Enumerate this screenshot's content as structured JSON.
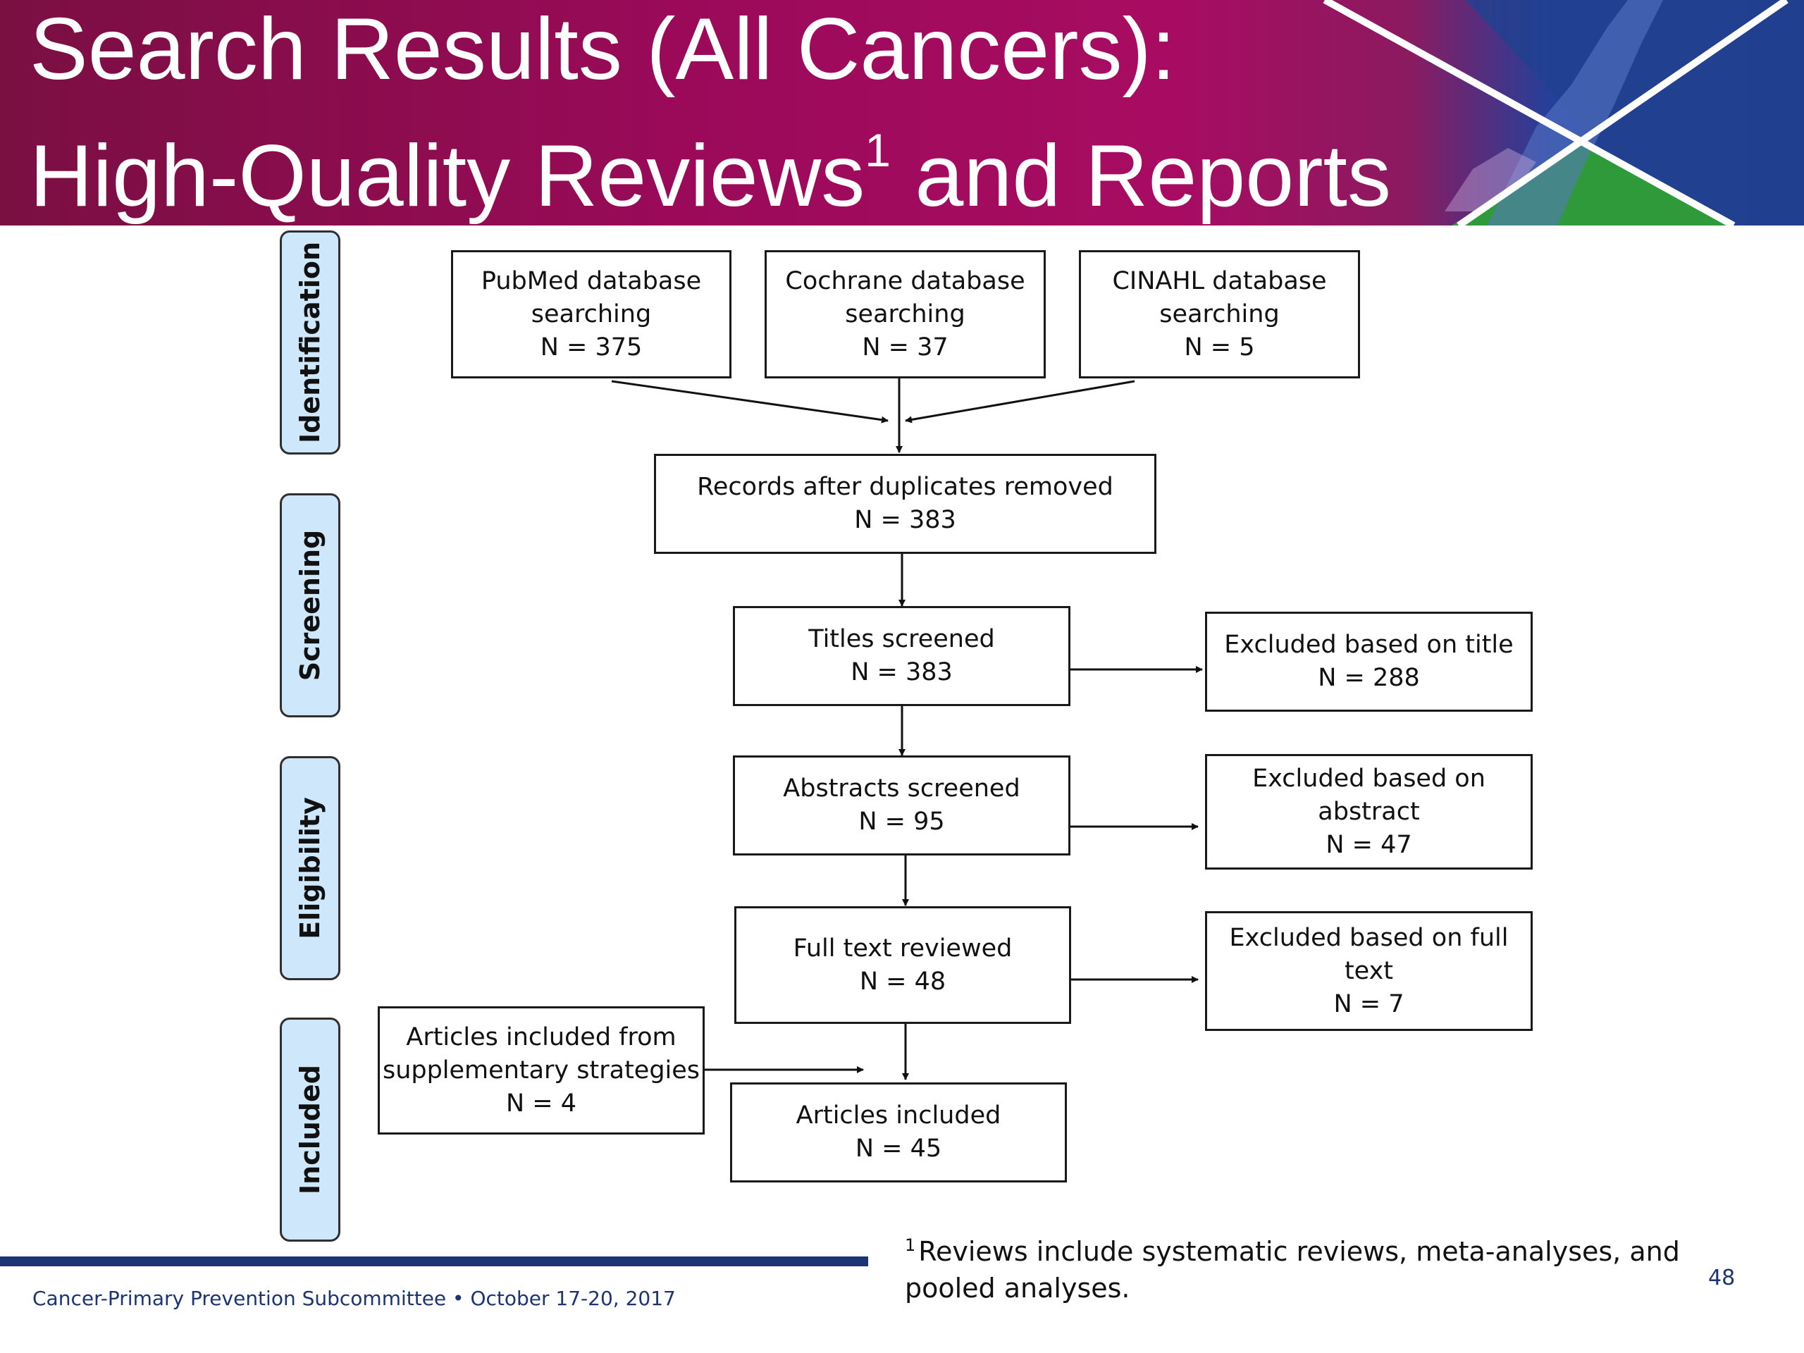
{
  "colors": {
    "banner_magenta": "#9c0a5a",
    "banner_blue": "#1c3a8c",
    "banner_green": "#2e9a3a",
    "stage_fill": "#cfe7fa",
    "footer_navy": "#1c3473"
  },
  "header": {
    "title_line1": "Search Results (All Cancers):",
    "title_line2_main": "High-Quality Reviews",
    "title_line2_sup": "1",
    "title_line2_tail": " and Reports"
  },
  "stages": {
    "identification": "Identification",
    "screening": "Screening",
    "eligibility": "Eligibility",
    "included": "Included"
  },
  "flow": {
    "pubmed": {
      "line1": "PubMed database",
      "line2": "searching",
      "count": "N = 375"
    },
    "cochrane": {
      "line1": "Cochrane database",
      "line2": "searching",
      "count": "N = 37"
    },
    "cinahl": {
      "line1": "CINAHL database",
      "line2": "searching",
      "count": "N = 5"
    },
    "records": {
      "line1": "Records after duplicates removed",
      "count": "N = 383"
    },
    "titles": {
      "line1": "Titles screened",
      "count": "N = 383"
    },
    "excl_title": {
      "line1": "Excluded based on title",
      "count": "N = 288"
    },
    "abstracts": {
      "line1": "Abstracts screened",
      "count": "N = 95"
    },
    "excl_abstract": {
      "line1": "Excluded based on",
      "line2": "abstract",
      "count": "N = 47"
    },
    "fulltext": {
      "line1": "Full text reviewed",
      "count": "N = 48"
    },
    "excl_fulltext": {
      "line1": "Excluded based on full",
      "line2": "text",
      "count": "N = 7"
    },
    "supplementary": {
      "line1": "Articles included from",
      "line2": "supplementary strategies",
      "count": "N = 4"
    },
    "included": {
      "line1": "Articles included",
      "count": "N = 45"
    }
  },
  "footnote": {
    "marker": "1",
    "text": "Reviews include systematic reviews, meta-analyses, and pooled analyses."
  },
  "footer": {
    "org": "Cancer-Primary Prevention Subcommittee • October 17-20, 2017",
    "page_number": "48"
  }
}
